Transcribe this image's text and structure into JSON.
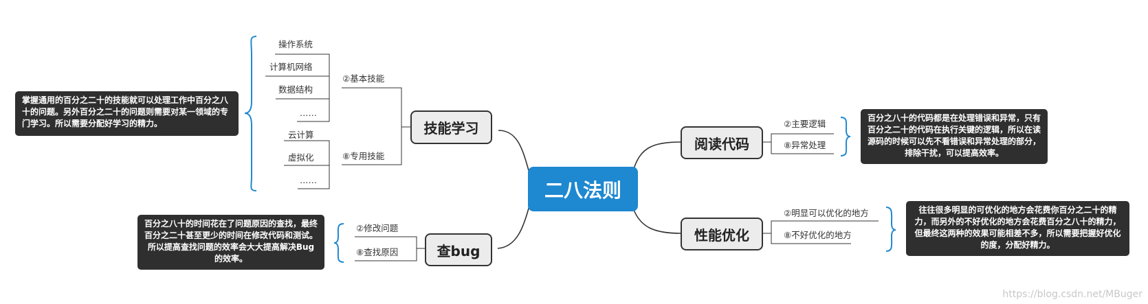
{
  "central": "二八法则",
  "topics": {
    "skill": {
      "label": "技能学习",
      "basic": {
        "label": "②基本技能",
        "items": [
          "操作系统",
          "计算机网络",
          "数据结构",
          "……"
        ]
      },
      "special": {
        "label": "⑧专用技能",
        "items": [
          "云计算",
          "虚拟化",
          "……"
        ]
      },
      "note": "掌握通用的百分之二十的技能就可以处理工作中百分之八十的问题。另外百分之二十的问题则需要对某一领域的专门学习。所以需要分配好学习的精力。"
    },
    "bug": {
      "label": "查bug",
      "items": [
        "②修改问题",
        "⑧查找原因"
      ],
      "note": "百分之八十的时间花在了问题原因的查找，最终百分之二十甚至更少的时间在修改代码和测试。所以提高查找问题的效率会大大提高解决Bug的效率。"
    },
    "read": {
      "label": "阅读代码",
      "items": [
        "②主要逻辑",
        "⑧异常处理"
      ],
      "note": "百分之八十的代码都是在处理错误和异常，只有百分之二十的代码在执行关键的逻辑，所以在读源码的时候可以先不看错误和异常处理的部分，排除干扰，可以提高效率。"
    },
    "perf": {
      "label": "性能优化",
      "items": [
        "②明显可以优化的地方",
        "⑧不好优化的地方"
      ],
      "note": "往往很多明显的可优化的地方会花费你百分之二十的精力，而另外的不好优化的地方会花费百分之八十的精力，但最终这两种的效果可能相差不多，所以需要把握好优化的度，分配好精力。"
    }
  },
  "watermark": "https://blog.csdn.net/MBuger",
  "colors": {
    "central_fill": "#1e88d0",
    "topic_fill": "#ececec",
    "note_fill": "#2f2f2f",
    "bracket": "#1e88d0",
    "line": "#333333"
  }
}
